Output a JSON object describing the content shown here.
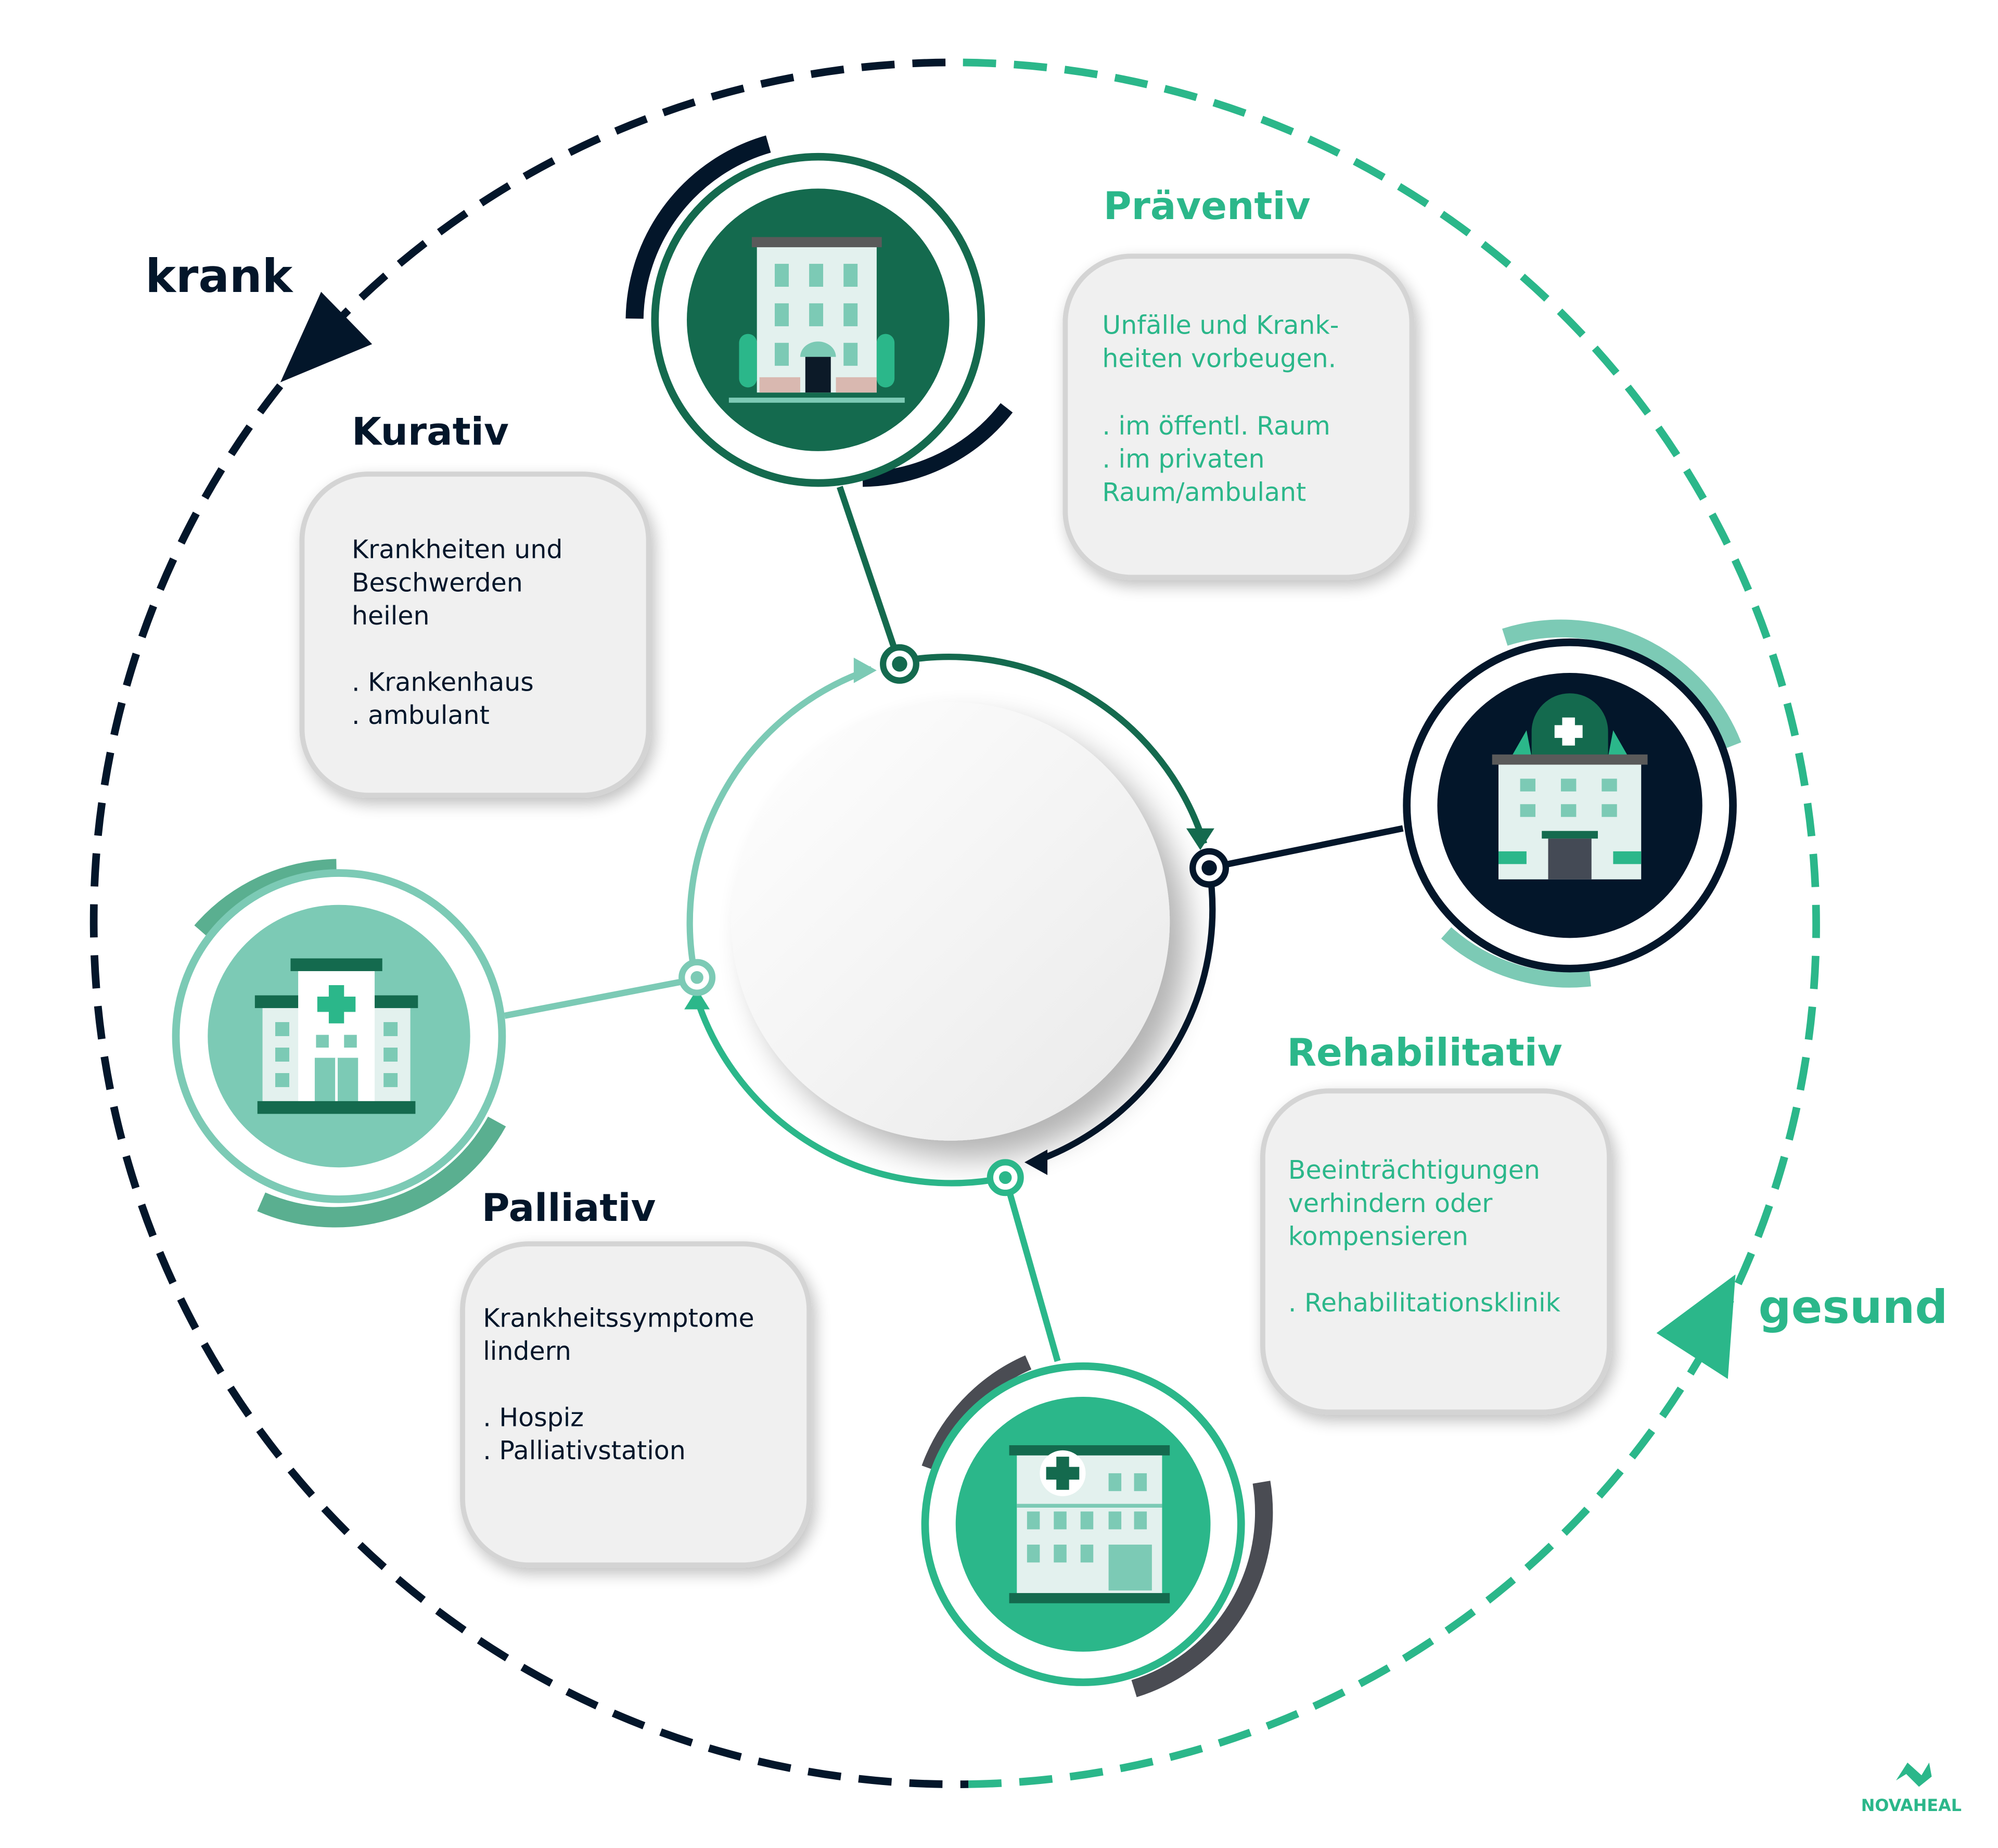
{
  "colors": {
    "dark_navy": "#03162a",
    "dark_green": "#146a4e",
    "mid_green": "#2bb78a",
    "light_teal": "#7ccab5",
    "palliative_green": "#5aaf90",
    "grey_box": "#f0f0f0",
    "box_border": "#d4d4d4"
  },
  "cycle_labels": {
    "krank": "krank",
    "gesund": "gesund"
  },
  "sections": {
    "praeventiv": {
      "title": "Präventiv",
      "lines": [
        "Unfälle und Krank-",
        "heiten vorbeugen.",
        "",
        ". im öffentl. Raum",
        ". im privaten",
        "Raum/ambulant"
      ]
    },
    "kurativ": {
      "title": "Kurativ",
      "lines": [
        "Krankheiten und",
        "Beschwerden",
        "heilen",
        "",
        ". Krankenhaus",
        ". ambulant"
      ]
    },
    "rehabilitativ": {
      "title": "Rehabilitativ",
      "lines": [
        "Beeinträchtigungen",
        "verhindern oder",
        "kompensieren",
        "",
        ". Rehabilitationsklinik"
      ]
    },
    "palliativ": {
      "title": "Palliativ",
      "lines": [
        "Krankheitssymptome",
        "lindern",
        "",
        ". Hospiz",
        ". Palliativstation"
      ]
    }
  },
  "icons": {
    "praeventiv": "office-building-icon",
    "kurativ": "emergency-hospital-icon",
    "rehabilitativ": "clinic-building-icon",
    "palliativ": "hospital-building-icon"
  },
  "logo": {
    "text": "NOVAHEAL"
  }
}
